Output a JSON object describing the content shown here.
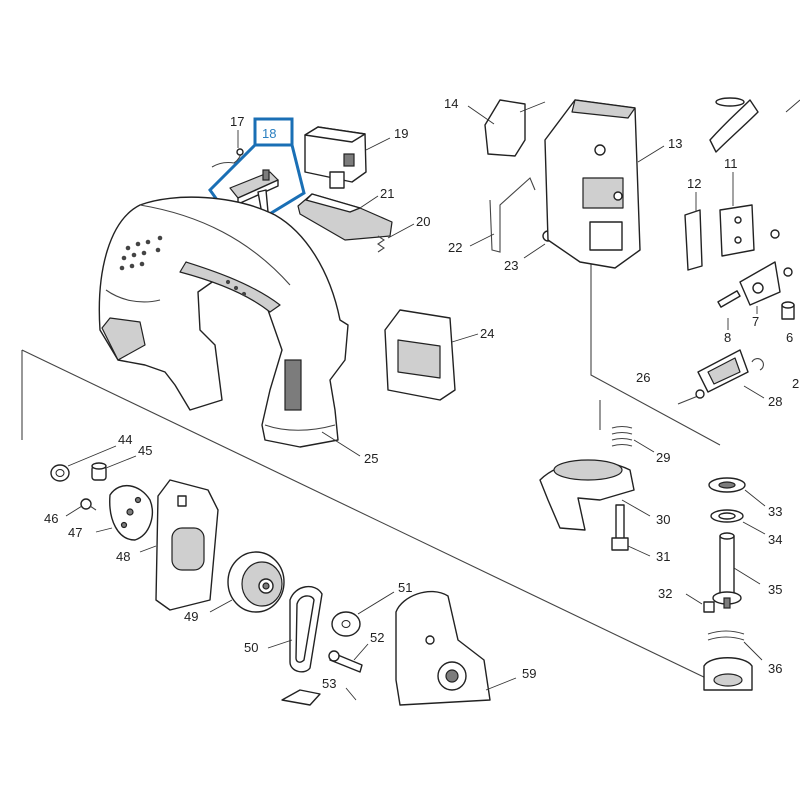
{
  "selection": {
    "label": "18",
    "color": "#1a6fb5"
  },
  "callouts": {
    "p14": "14",
    "p13": "13",
    "p12": "12",
    "p11": "11",
    "p17": "17",
    "p19": "19",
    "p21": "21",
    "p20": "20",
    "p22": "22",
    "p23": "23",
    "p8": "8",
    "p7": "7",
    "p6": "6",
    "p24": "24",
    "p26": "26",
    "p28": "28",
    "p2": "2",
    "p25": "25",
    "p29": "29",
    "p44": "44",
    "p45": "45",
    "p33": "33",
    "p46": "46",
    "p47": "47",
    "p30": "30",
    "p34": "34",
    "p48": "48",
    "p31": "31",
    "p35": "35",
    "p51": "51",
    "p32": "32",
    "p49": "49",
    "p52": "52",
    "p50": "50",
    "p36": "36",
    "p59": "59",
    "p53": "53"
  }
}
